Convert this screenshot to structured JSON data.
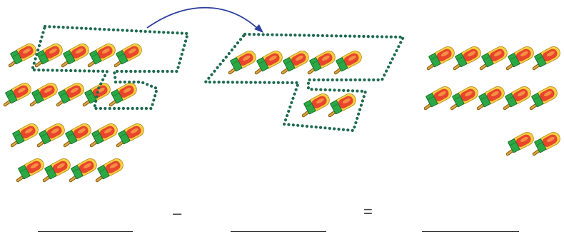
{
  "equation": {
    "minus": "–",
    "equals": "="
  },
  "groups": {
    "total_rows": [
      5,
      5,
      5,
      4
    ],
    "removed_count": 7,
    "remaining_rows": [
      5,
      5,
      2
    ]
  },
  "icons": {
    "item": "popsicle-icon",
    "arrow": "curved-arrow-icon"
  },
  "colors": {
    "dotted_outline": "#1e6b4e",
    "arrow": "#2c3e9e",
    "popsicle_red": "#e8452c",
    "popsicle_yellow": "#f6d040",
    "wrapper_green": "#2aa845",
    "stick": "#c8902c"
  }
}
